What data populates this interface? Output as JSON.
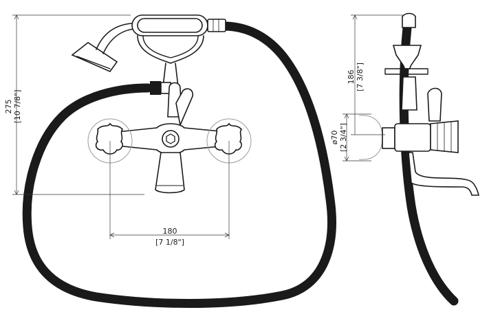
{
  "dimensions": {
    "height_front": {
      "mm": "275",
      "inch": "[10 7/8\"]"
    },
    "width_centers": {
      "mm": "180",
      "inch": "[7 1/8\"]"
    },
    "height_side": {
      "mm": "186",
      "inch": "[7 3/8\"]"
    },
    "diameter_rose": {
      "mm": "ø70",
      "inch": "[2 3/4\"]"
    }
  }
}
